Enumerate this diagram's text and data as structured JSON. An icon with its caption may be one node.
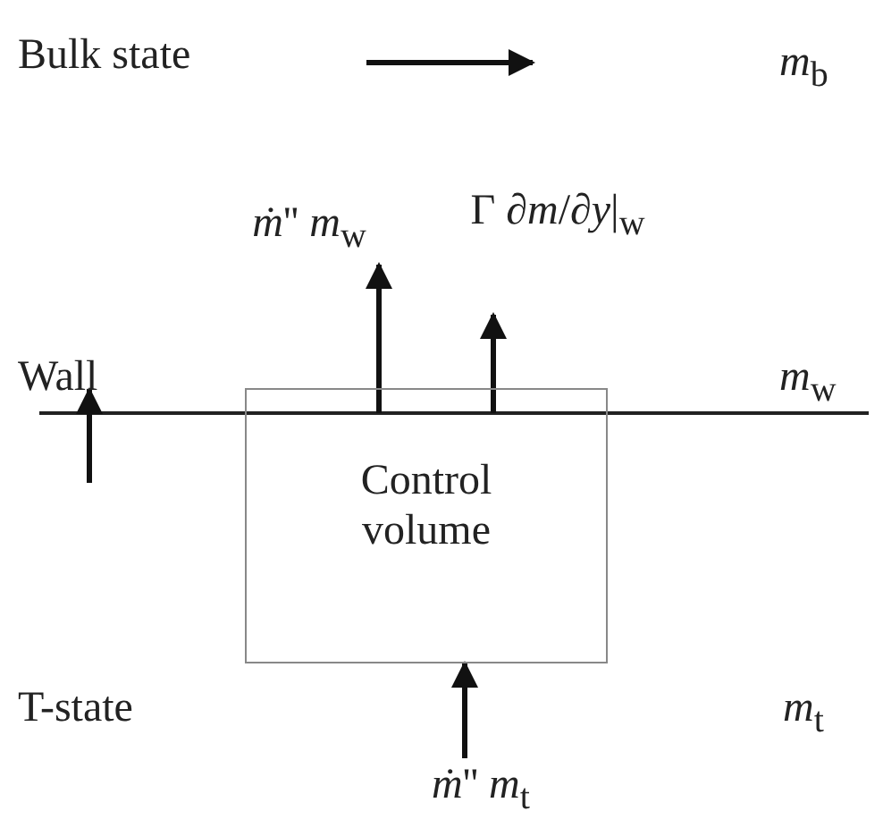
{
  "diagram": {
    "nodes": [
      {
        "text": [
          "Control volume"
        ]
      },
      {
        "text": [
          "*ṁ*'' *m*$_{w}$"
        ]
      },
      {
        "text": [
          "Γ ∂*m*/∂*y*|$_{w}$"
        ]
      },
      {
        "text": [
          "*ṁ*'' *m*$_{t}$"
        ]
      }
    ],
    "edges": [
      {
        "from": 0,
        "to": 1,
        "arrow": "to"
      },
      {
        "from": 0,
        "to": 2,
        "arrow": "to"
      },
      {
        "from": 3,
        "to": 0,
        "arrow": "to"
      }
    ],
    "labels": [
      "Bulk state",
      "*m*$_{b}$",
      "Wall",
      "*m*$_{w}$",
      "T-state",
      "*m*$_{t}$"
    ]
  }
}
